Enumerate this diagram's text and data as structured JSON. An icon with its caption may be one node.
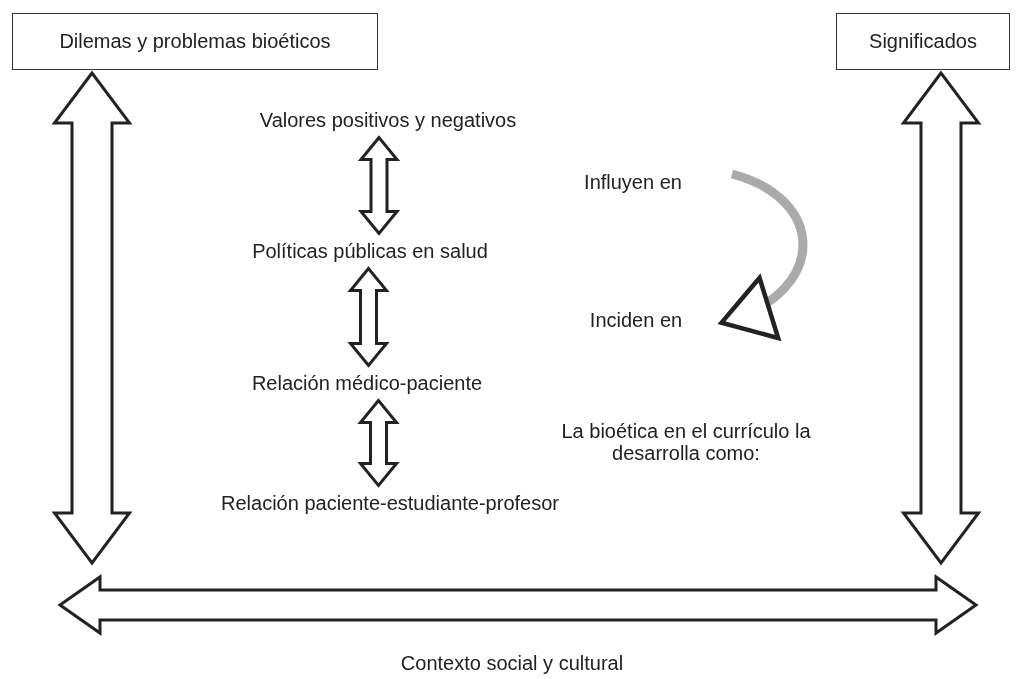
{
  "diagram": {
    "nodes": [
      {
        "text": [
          "Dilemas y problemas bioéticos"
        ]
      },
      {
        "text": [
          "Significados"
        ]
      },
      {
        "text": [
          "Valores positivos y negativos"
        ]
      },
      {
        "text": [
          "Políticas públicas en salud"
        ]
      },
      {
        "text": [
          "Relación médico-paciente"
        ]
      },
      {
        "text": [
          "Relación paciente-estudiante-profesor"
        ]
      },
      {
        "text": [
          "Influyen en"
        ]
      },
      {
        "text": [
          "Inciden en"
        ]
      }
    ],
    "edges": [
      {
        "from": 0,
        "to": null,
        "arrow": "both"
      },
      {
        "from": 1,
        "to": null,
        "arrow": "both"
      },
      {
        "from": 2,
        "to": 3,
        "arrow": "both"
      },
      {
        "from": 3,
        "to": 4,
        "arrow": "both"
      },
      {
        "from": 4,
        "to": 5,
        "arrow": "both"
      },
      {
        "from": 6,
        "to": 7,
        "arrow": "to"
      }
    ],
    "labels": [
      "La bioética en el currículo la desarrolla como:",
      "Contexto social y cultural"
    ]
  }
}
